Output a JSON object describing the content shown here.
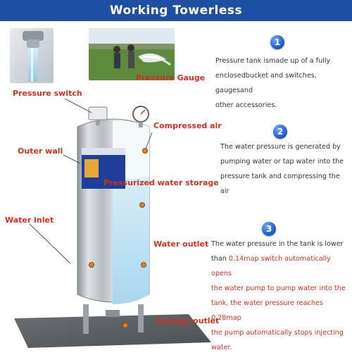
{
  "header": {
    "title": "Working Towerless"
  },
  "labels": {
    "pressure_gauge": "Pressure Gauge",
    "pressure_switch": "Pressure switch",
    "compressed_air": "Compressed air",
    "outer_wall": "Outer wall",
    "pressurized_water_storage": "Pressurized water storage",
    "water_inlet": "Water inlet",
    "water_outlet": "Water outlet",
    "sewage_outlet": "Sewage outlet"
  },
  "steps": [
    {
      "number": "1",
      "lines": [
        "Pressure tank ismade up of a fully",
        "enclosedbucket and switches, gaugesand",
        "other accessories."
      ]
    },
    {
      "number": "2",
      "lines": [
        "The water pressure is generated by",
        "pumping water or tap water into the",
        "pressure tank and compressing the air"
      ]
    },
    {
      "number": "3",
      "lines": [
        "The water pressure in the tank is lower",
        "than ",
        "0.14map switch automatically opens",
        "the water pump to pump water into the",
        "tank, the water pressure reaches ",
        "0.28map",
        "the pump automatically stops injecting",
        "water."
      ]
    }
  ],
  "colors": {
    "banner": "#1f4fa0",
    "label_red": "#d2301f",
    "badge_blue": "#2466d6",
    "water": "#bfe3f5"
  }
}
